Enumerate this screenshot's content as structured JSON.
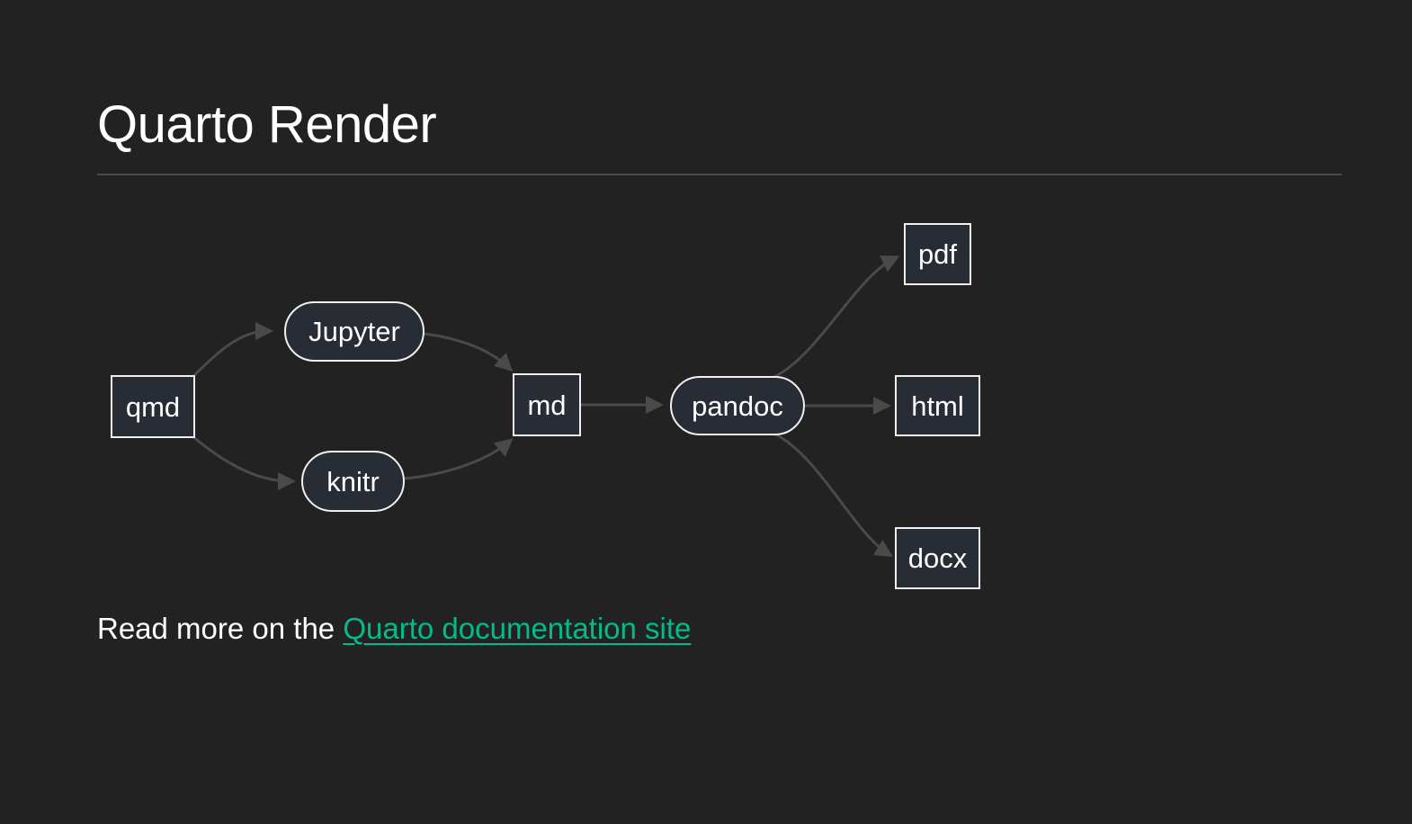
{
  "page": {
    "title": "Quarto Render",
    "background_color": "#222222",
    "text_color": "#ffffff",
    "divider_color": "#4d4d4d"
  },
  "diagram": {
    "type": "flowchart",
    "direction": "left-to-right",
    "colors": {
      "node_fill": "#282c34",
      "node_border": "#f0f0f0",
      "node_text": "#ffffff",
      "edge": "#4a4a4a"
    },
    "nodes": {
      "qmd": {
        "label": "qmd",
        "shape": "rect"
      },
      "jupyter": {
        "label": "Jupyter",
        "shape": "stadium"
      },
      "knitr": {
        "label": "knitr",
        "shape": "stadium"
      },
      "md": {
        "label": "md",
        "shape": "rect"
      },
      "pandoc": {
        "label": "pandoc",
        "shape": "stadium"
      },
      "pdf": {
        "label": "pdf",
        "shape": "rect"
      },
      "html": {
        "label": "html",
        "shape": "rect"
      },
      "docx": {
        "label": "docx",
        "shape": "rect"
      }
    },
    "edges": [
      {
        "from": "qmd",
        "to": "jupyter"
      },
      {
        "from": "qmd",
        "to": "knitr"
      },
      {
        "from": "jupyter",
        "to": "md"
      },
      {
        "from": "knitr",
        "to": "md"
      },
      {
        "from": "md",
        "to": "pandoc"
      },
      {
        "from": "pandoc",
        "to": "pdf"
      },
      {
        "from": "pandoc",
        "to": "html"
      },
      {
        "from": "pandoc",
        "to": "docx"
      }
    ]
  },
  "footer": {
    "prefix": "Read more on the ",
    "link_label": "Quarto documentation site",
    "link_color": "#00bc8c"
  }
}
